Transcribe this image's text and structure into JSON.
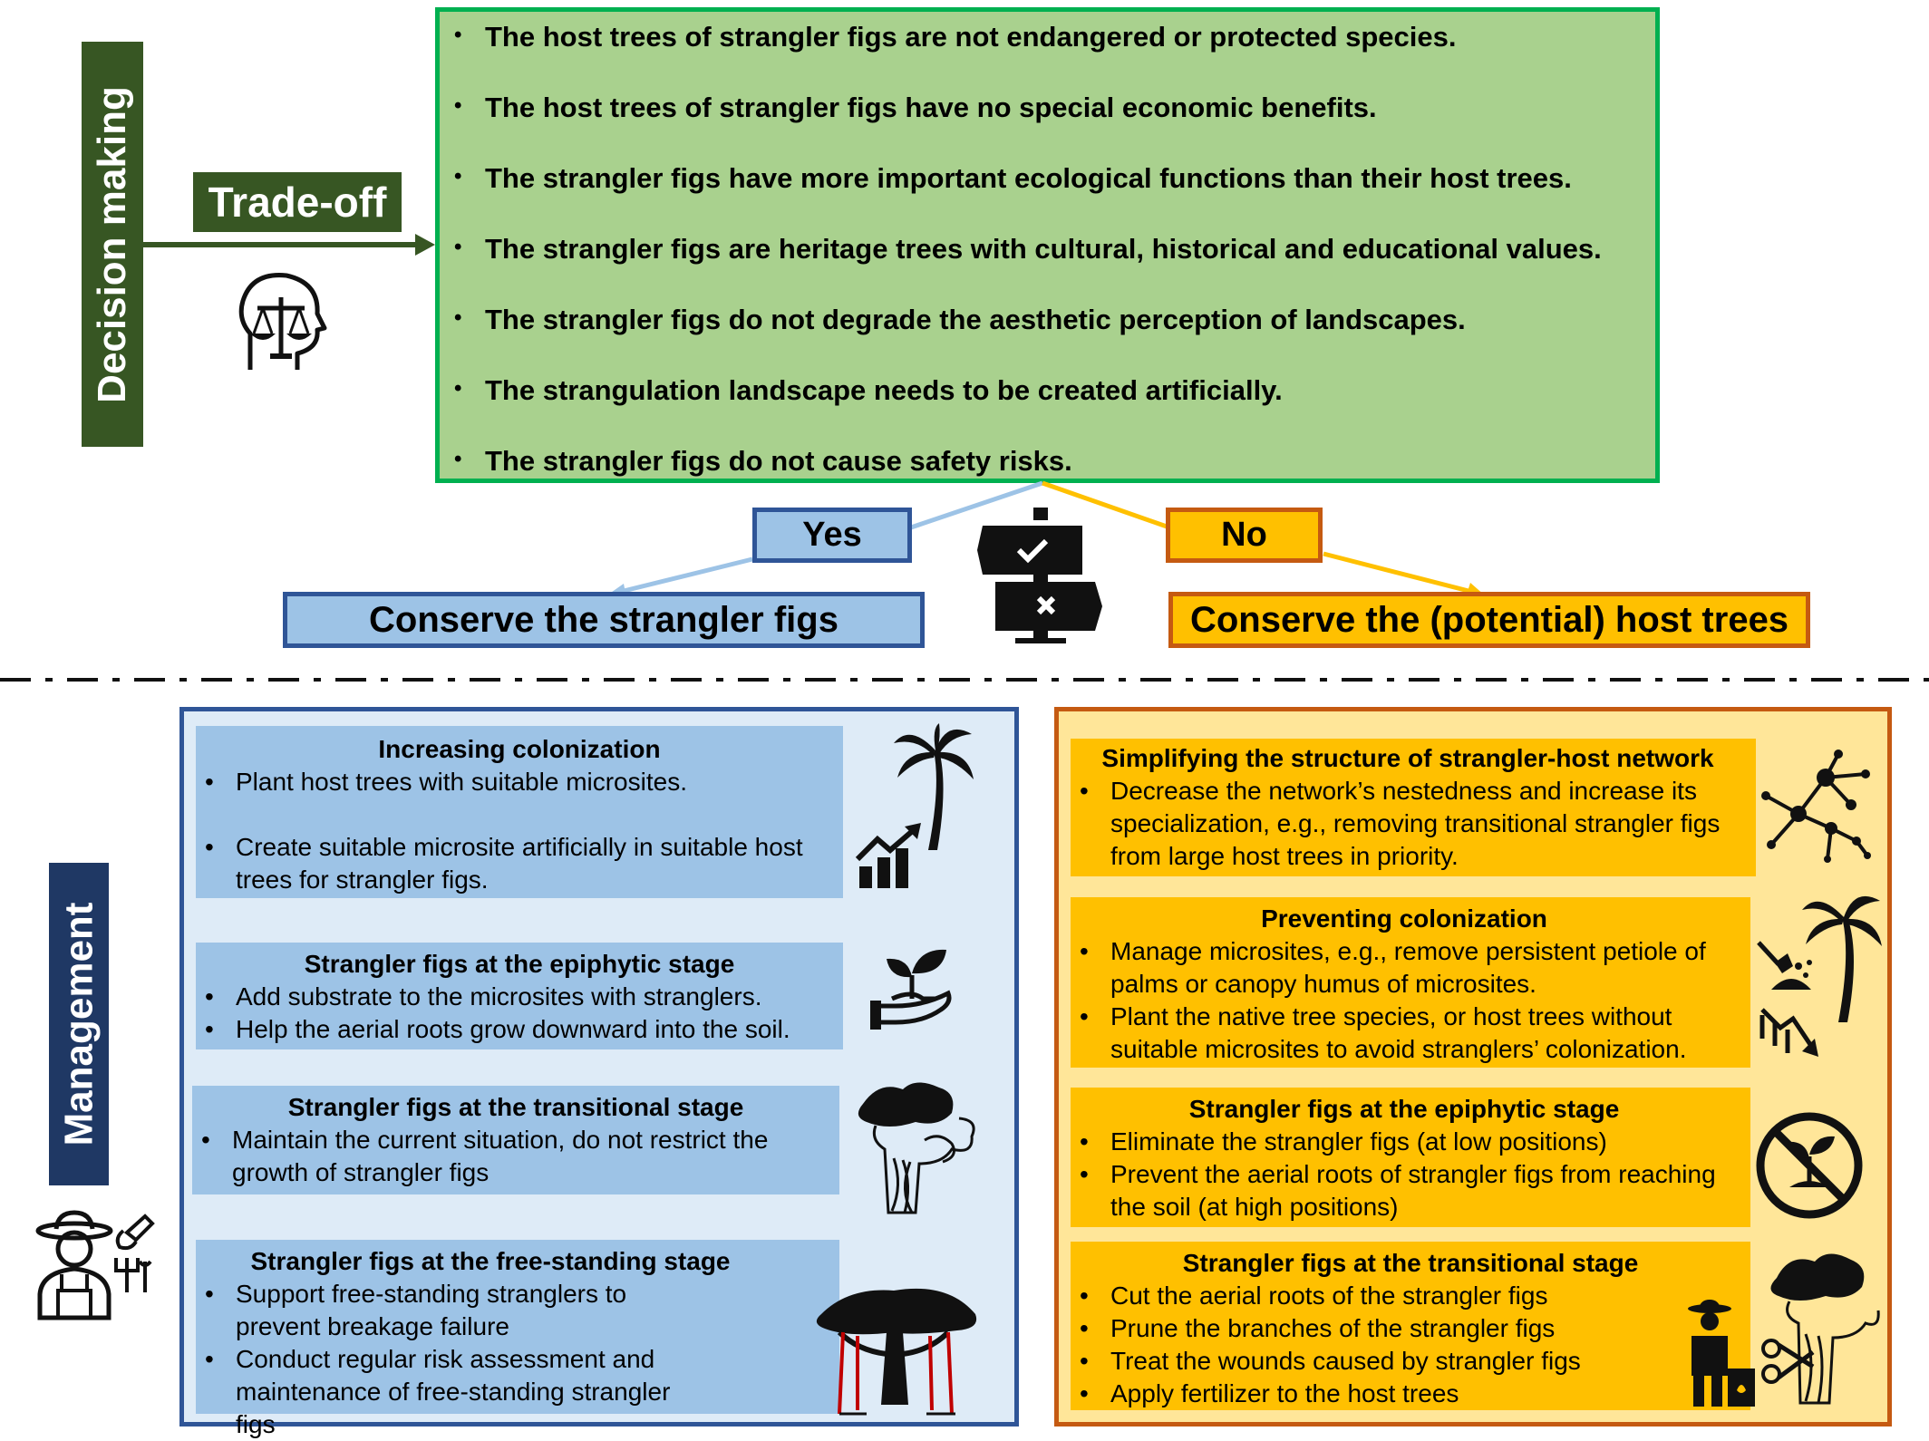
{
  "labels": {
    "decision_making": "Decision making",
    "trade_off": "Trade-off",
    "management": "Management"
  },
  "criteria": [
    "The host trees of strangler figs are not endangered or protected  species.",
    "The host trees of strangler figs have no special economic benefits.",
    "The strangler figs have more important ecological functions than their host trees.",
    "The strangler figs are heritage trees with cultural, historical and educational values.",
    "The strangler figs do not degrade the aesthetic perception of landscapes.",
    "The strangulation landscape needs to be created artificially.",
    "The  strangler figs do not cause safety risks."
  ],
  "decision": {
    "yes": "Yes",
    "no": "No",
    "yes_outcome": "Conserve the strangler figs",
    "no_outcome": "Conserve the (potential) host trees"
  },
  "conserve_figs": [
    {
      "title": "Increasing colonization",
      "items": [
        "Plant host trees with suitable microsites.",
        "Create suitable microsite artificially in suitable host trees for strangler figs."
      ]
    },
    {
      "title": "Strangler figs at the epiphytic stage",
      "items": [
        "Add substrate to the microsites with stranglers.",
        "Help the aerial roots grow downward into the soil."
      ]
    },
    {
      "title": "Strangler figs at the transitional stage",
      "items": [
        "Maintain the current situation, do not restrict the growth of strangler figs"
      ]
    },
    {
      "title": "Strangler figs at the free-standing stage",
      "items": [
        "Support free-standing stranglers to prevent breakage failure",
        "Conduct regular risk assessment and maintenance of free-standing strangler figs"
      ]
    }
  ],
  "conserve_hosts": [
    {
      "title": "Simplifying the structure of strangler-host network",
      "items": [
        "Decrease the network’s nestedness and increase its specialization, e.g., removing transitional strangler figs from large host trees in priority."
      ]
    },
    {
      "title": "Preventing colonization",
      "items": [
        "Manage microsites,  e.g., remove persistent petiole of palms or canopy humus of microsites.",
        "Plant the native tree species, or host trees without suitable microsites to avoid stranglers’ colonization."
      ]
    },
    {
      "title": "Strangler figs at the epiphytic stage",
      "items": [
        "Eliminate the strangler figs (at low positions)",
        "Prevent the aerial roots of strangler figs from reaching the soil (at high positions)"
      ]
    },
    {
      "title": "Strangler figs at the transitional stage",
      "items": [
        "Cut the aerial roots of the strangler figs",
        "Prune the branches of  the strangler figs",
        "Treat the wounds caused by strangler figs",
        "Apply fertilizer to the host trees"
      ]
    }
  ],
  "colors": {
    "dark_green": "#375623",
    "green_border": "#00b050",
    "light_green": "#a9d18e",
    "navy": "#1f3864",
    "blue_border": "#2f5597",
    "light_blue_bg": "#deebf7",
    "blue_card": "#9dc3e6",
    "orange": "#ffc000",
    "orange_border": "#c55a11",
    "light_orange_bg": "#ffe699",
    "yes_line": "#9dc3e6",
    "no_line": "#ffc000"
  },
  "icons": [
    "head-balance-scale-icon",
    "signpost-icon",
    "farmer-tools-icon",
    "palm-tree-icon",
    "growth-chart-icon",
    "seedling-hand-icon",
    "strangler-fig-tree-icon",
    "banyan-tree-icon",
    "network-icon",
    "palm-shovel-icon",
    "decline-chart-icon",
    "no-plant-icon",
    "gardener-icon",
    "scissors-tree-icon"
  ]
}
